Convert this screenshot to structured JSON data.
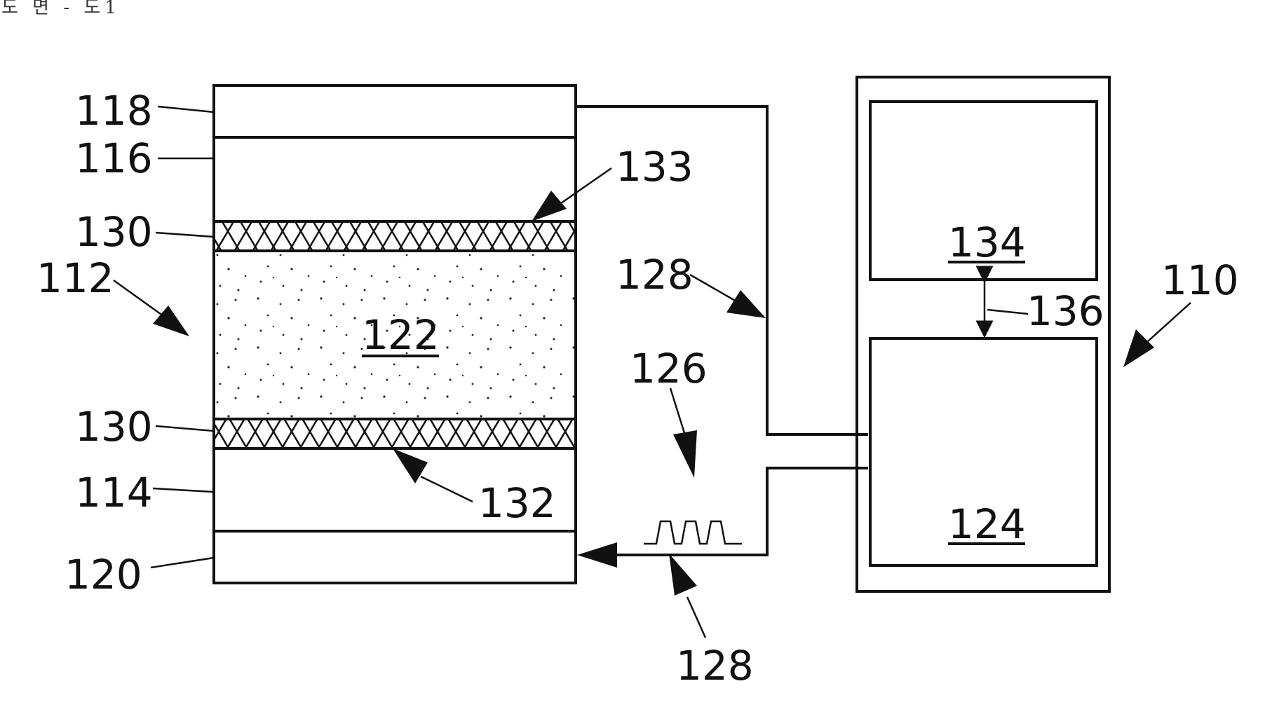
{
  "header": {
    "text": "도 면 - 도1"
  },
  "labels": {
    "l118": "118",
    "l116": "116",
    "l130a": "130",
    "l112": "112",
    "l130b": "130",
    "l114": "114",
    "l120": "120",
    "l122": "122",
    "l133": "133",
    "l132": "132",
    "l128a": "128",
    "l126": "126",
    "l128b": "128",
    "l134": "134",
    "l136": "136",
    "l110": "110",
    "l124": "124"
  },
  "colors": {
    "line": "#111111",
    "background": "#ffffff"
  }
}
